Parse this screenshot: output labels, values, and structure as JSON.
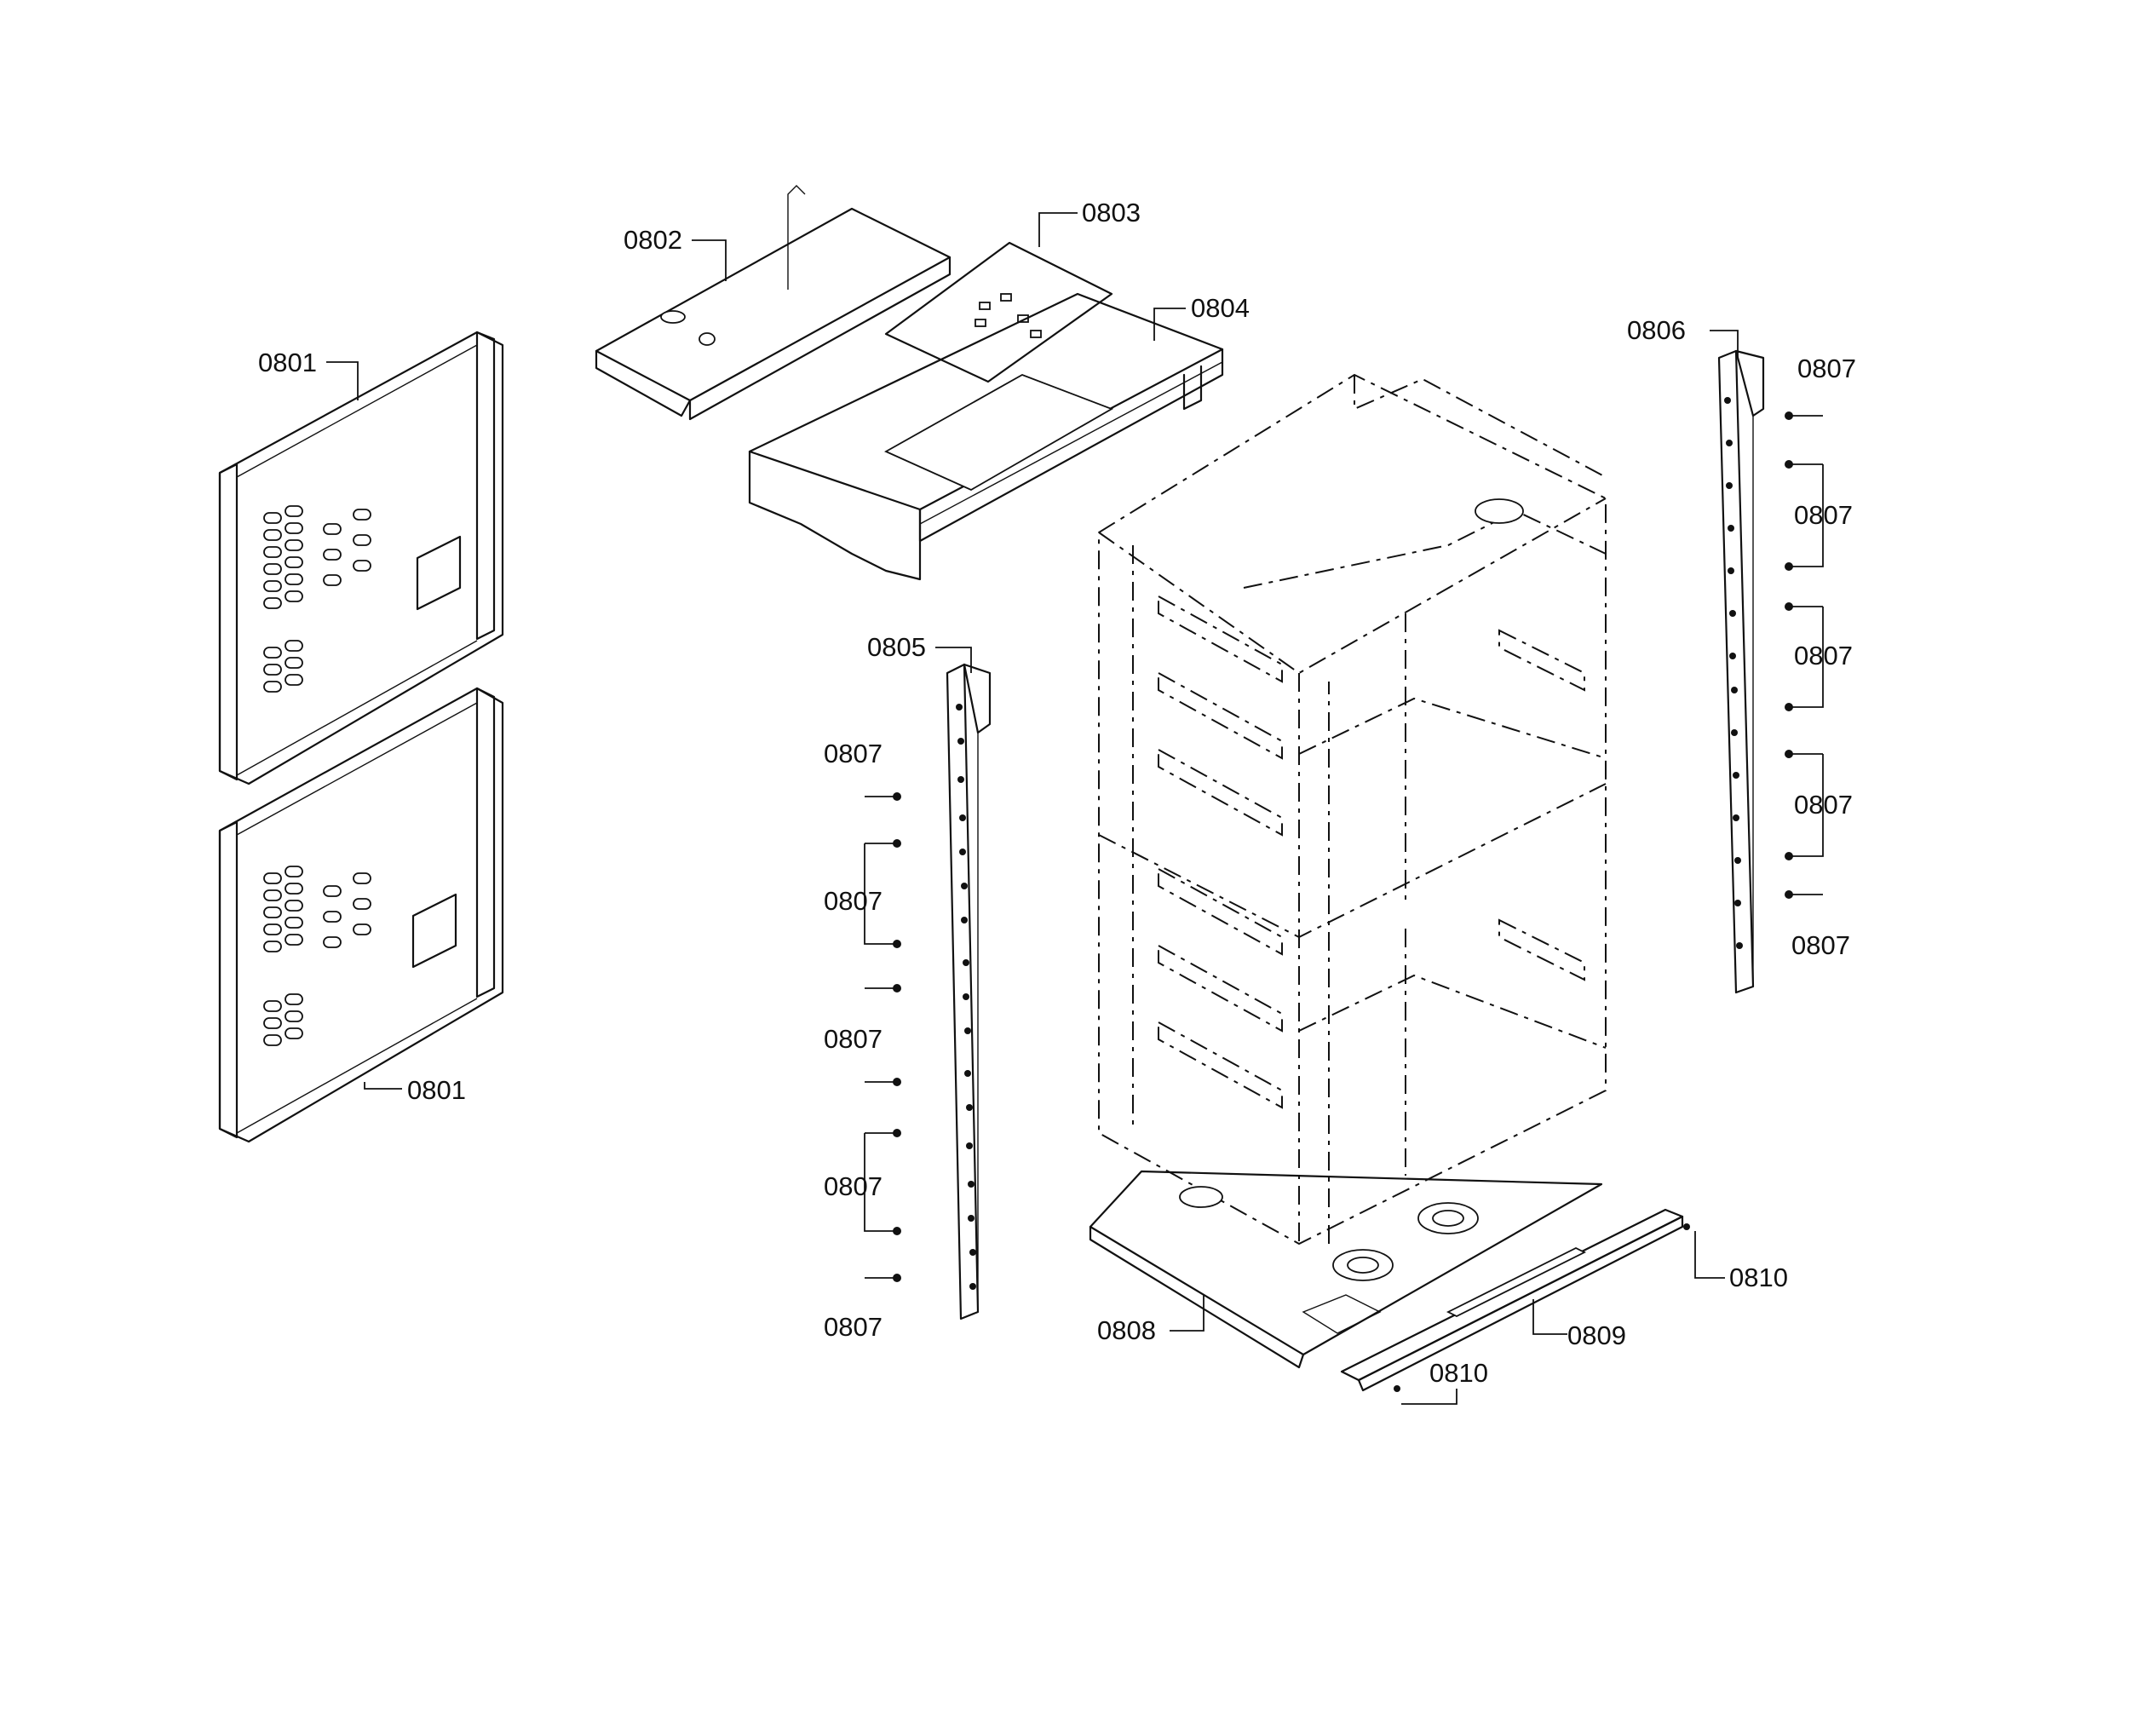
{
  "callouts": {
    "c0801a": "0801",
    "c0801b": "0801",
    "c0802": "0802",
    "c0803": "0803",
    "c0804": "0804",
    "c0805": "0805",
    "c0806": "0806",
    "c0807_l1": "0807",
    "c0807_l2": "0807",
    "c0807_l3": "0807",
    "c0807_l4": "0807",
    "c0807_l5": "0807",
    "c0807_r1": "0807",
    "c0807_r2": "0807",
    "c0807_r3": "0807",
    "c0807_r4": "0807",
    "c0807_r5": "0807",
    "c0808": "0808",
    "c0809": "0809",
    "c0810a": "0810",
    "c0810b": "0810"
  },
  "colors": {
    "line": "#111111",
    "background": "#ffffff"
  }
}
